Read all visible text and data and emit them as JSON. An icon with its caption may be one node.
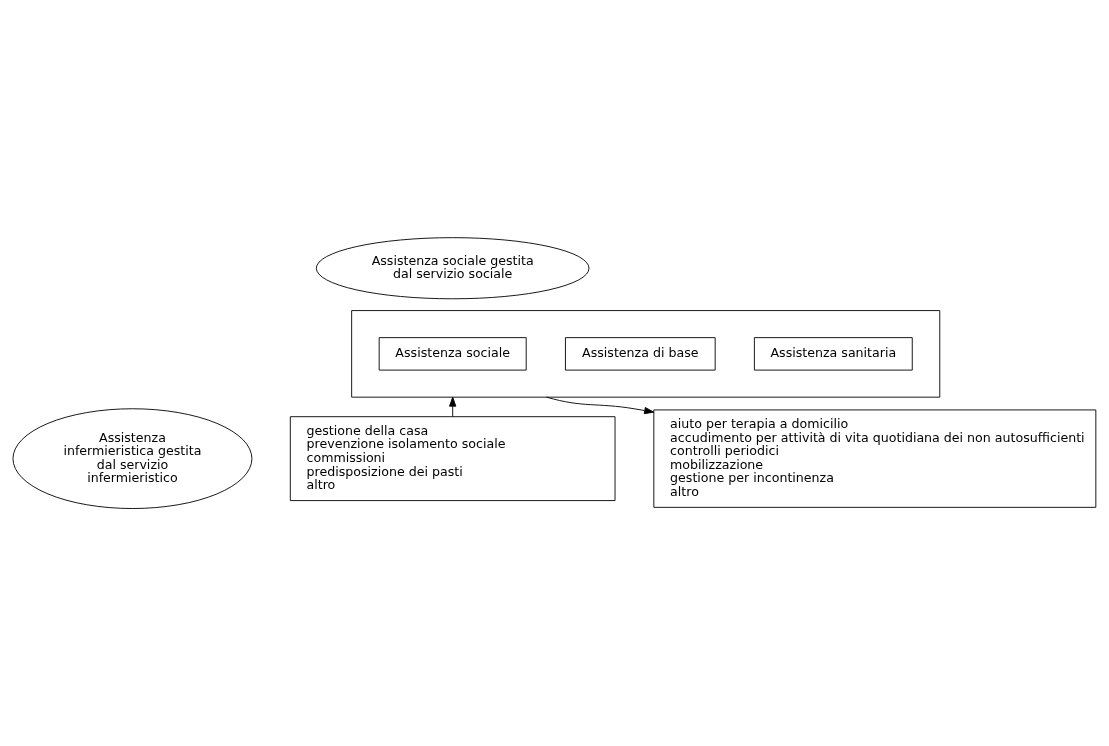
{
  "diagram": {
    "nodes": [
      {
        "text": [],
        "shape": "box"
      },
      {
        "text": [
          "Assistenza sociale"
        ],
        "in": 0
      },
      {
        "text": [
          "Assistenza di base"
        ],
        "in": 0
      },
      {
        "text": [
          "Assistenza sanitaria"
        ],
        "in": 0
      },
      {
        "text": [
          "Assistenza sociale gestita dal servizio sociale"
        ]
      },
      {
        "text": [
          "Assistenza infermieristica gestita dal servizio infermieristico"
        ]
      },
      {
        "text": [
          "gestione della casa",
          "prevenzione isolamento sociale",
          "commissioni",
          "predisposizione dei pasti",
          "altro"
        ]
      },
      {
        "text": [
          "aiuto per terapia a domicilio",
          "accudimento per attività di vita quotidiana dei non autosufficienti",
          "controlli periodici",
          "mobilizzazione",
          "gestione per incontinenza",
          "altro"
        ]
      }
    ],
    "edges": [
      {
        "from": 6,
        "to": 0,
        "arrow": "to"
      },
      {
        "from": 0,
        "to": 7,
        "arrow": "to"
      }
    ]
  }
}
